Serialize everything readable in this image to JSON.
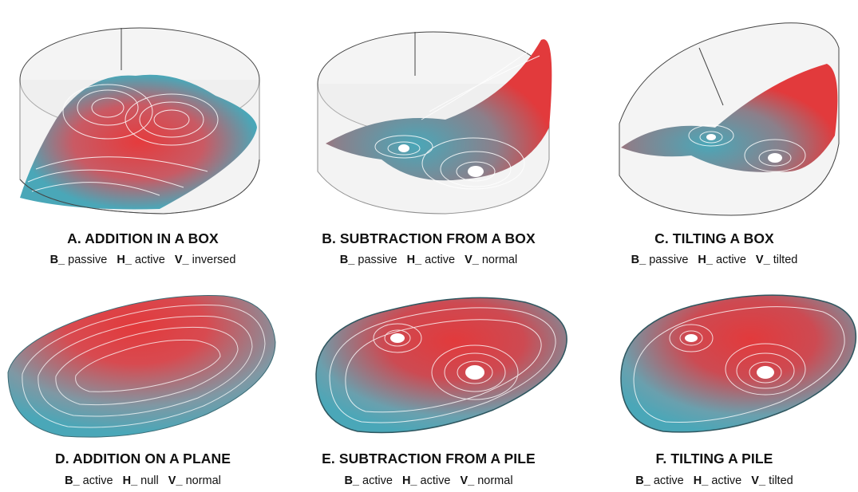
{
  "panels": [
    {
      "id": "a",
      "title": "A. ADDITION IN A BOX",
      "params": [
        {
          "k": "B_",
          "v": "passive"
        },
        {
          "k": "H_",
          "v": "active"
        },
        {
          "k": "V_",
          "v": "inversed"
        }
      ]
    },
    {
      "id": "b",
      "title": "B. SUBTRACTION FROM A BOX",
      "params": [
        {
          "k": "B_",
          "v": "passive"
        },
        {
          "k": "H_",
          "v": "active"
        },
        {
          "k": "V_",
          "v": "normal"
        }
      ]
    },
    {
      "id": "c",
      "title": "C. TILTING A BOX",
      "params": [
        {
          "k": "B_",
          "v": "passive"
        },
        {
          "k": "H_",
          "v": "active"
        },
        {
          "k": "V_",
          "v": "tilted"
        }
      ]
    },
    {
      "id": "d",
      "title": "D. ADDITION ON A PLANE",
      "params": [
        {
          "k": "B_",
          "v": "active"
        },
        {
          "k": "H_",
          "v": "null"
        },
        {
          "k": "V_",
          "v": "normal"
        }
      ]
    },
    {
      "id": "e",
      "title": "E. SUBTRACTION FROM A PILE",
      "params": [
        {
          "k": "B_",
          "v": "active"
        },
        {
          "k": "H_",
          "v": "active"
        },
        {
          "k": "V_",
          "v": "normal"
        }
      ]
    },
    {
      "id": "f",
      "title": "F. TILTING A PILE",
      "params": [
        {
          "k": "B_",
          "v": "active"
        },
        {
          "k": "H_",
          "v": "active"
        },
        {
          "k": "V_",
          "v": "tilted"
        }
      ]
    }
  ],
  "colors": {
    "peak": "#e23a3c",
    "base": "#4aa7b8",
    "contour": "#ffffff",
    "box": "#555555"
  }
}
